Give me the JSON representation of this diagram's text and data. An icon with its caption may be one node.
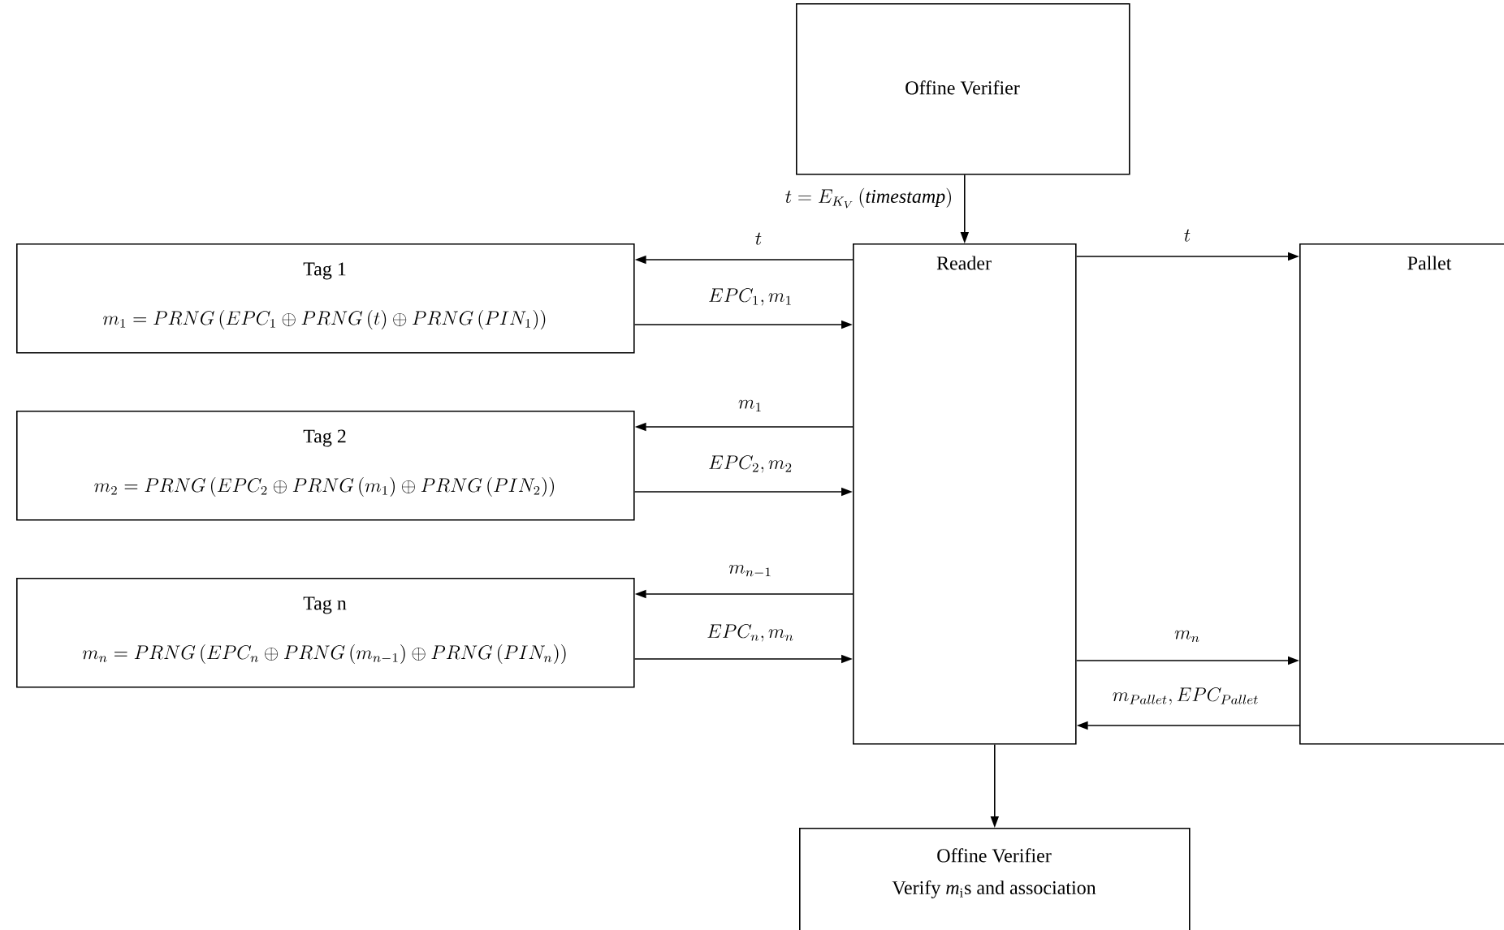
{
  "diagram": {
    "nodes": [
      {
        "text": [
          "Offine Verifier"
        ]
      },
      {
        "text": [
          "Tag 1",
          "m_1 = PRNG\\,(EPC_1 \\oplus PRNG\\,(t) \\oplus PRNG\\,(PIN_1))"
        ]
      },
      {
        "text": [
          "Tag 2",
          "m_2 = PRNG\\,(EPC_2 \\oplus PRNG\\,(m_1) \\oplus PRNG\\,(PIN_2))"
        ]
      },
      {
        "text": [
          "Tag n",
          "m_n = PRNG\\,(EPC_n \\oplus PRNG\\,(m_{n-1}) \\oplus PRNG\\,(PIN_n))"
        ]
      },
      {
        "text": [
          "Reader"
        ]
      },
      {
        "text": [
          "Pallet"
        ]
      },
      {
        "text": [
          "Offine Verifier",
          "Verify *m*$_{i}$s and association"
        ]
      }
    ],
    "edges": [
      {
        "from": 0,
        "to": 4,
        "arrow": "to",
        "label": "t = E_{K_V}\\,(\\mathit{timestamp})"
      },
      {
        "from": 4,
        "to": 1,
        "arrow": "to",
        "label": "t"
      },
      {
        "from": 1,
        "to": 4,
        "arrow": "to",
        "label": "EPC_1, m_1"
      },
      {
        "from": 4,
        "to": 2,
        "arrow": "to",
        "label": "m_1"
      },
      {
        "from": 2,
        "to": 4,
        "arrow": "to",
        "label": "EPC_2, m_2"
      },
      {
        "from": 4,
        "to": 3,
        "arrow": "to",
        "label": "m_{n-1}"
      },
      {
        "from": 3,
        "to": 4,
        "arrow": "to",
        "label": "EPC_n, m_n"
      },
      {
        "from": 4,
        "to": 5,
        "arrow": "to",
        "label": "t"
      },
      {
        "from": 4,
        "to": 5,
        "arrow": "to",
        "label": "m_n"
      },
      {
        "from": 5,
        "to": 4,
        "arrow": "to",
        "label": "m_{Pallet}, EPC_{Pallet}"
      },
      {
        "from": 4,
        "to": 6,
        "arrow": "to"
      }
    ]
  }
}
